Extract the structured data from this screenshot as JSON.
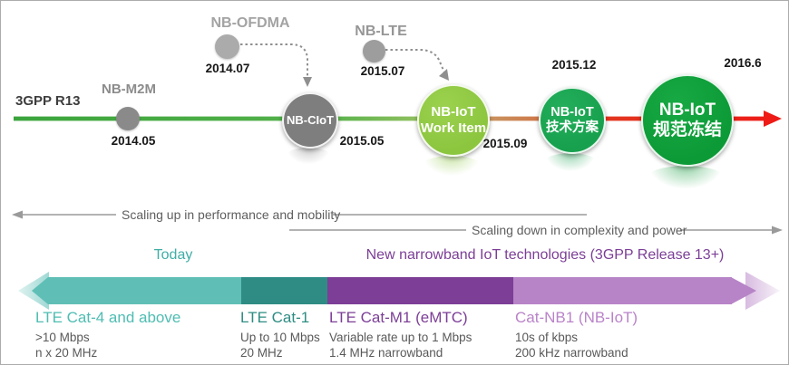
{
  "timeline": {
    "track_label": "3GPP R13",
    "milestones": [
      {
        "id": "nb-m2m",
        "label": "NB-M2M",
        "date": "2014.05"
      },
      {
        "id": "nb-ofdma",
        "label": "NB-OFDMA",
        "date": "2014.07"
      },
      {
        "id": "nb-ciot",
        "label": "NB-CIoT",
        "date": "2015.05"
      },
      {
        "id": "nb-lte",
        "label": "NB-LTE",
        "date": "2015.07"
      },
      {
        "id": "nb-iot-work-item",
        "label_line1": "NB-IoT",
        "label_line2": "Work Item",
        "date": "2015.09"
      },
      {
        "id": "nb-iot-tech",
        "label_line1": "NB-IoT",
        "label_line2": "技术方案",
        "date": "2015.12"
      },
      {
        "id": "nb-iot-freeze",
        "label_line1": "NB-IoT",
        "label_line2": "规范冻结",
        "date": "2016.6"
      }
    ]
  },
  "scaling": {
    "up": "Scaling up in performance and mobility",
    "down": "Scaling down in complexity and power"
  },
  "band_chart": {
    "today_label": "Today",
    "new_label": "New narrowband IoT technologies (3GPP Release 13+)",
    "segments": [
      {
        "name": "LTE Cat-4 and above",
        "spec1": ">10 Mbps",
        "spec2": "n x 20 MHz",
        "color": "#5FBFB7",
        "text_color": "#4FBDB2"
      },
      {
        "name": "LTE Cat-1",
        "spec1": "Up to 10 Mbps",
        "spec2": "20 MHz",
        "color": "#2F8C85",
        "text_color": "#2E8C82"
      },
      {
        "name": "LTE Cat-M1 (eMTC)",
        "spec1": "Variable rate up to 1 Mbps",
        "spec2": "1.4 MHz narrowband",
        "color": "#7C3E97",
        "text_color": "#7C3E97"
      },
      {
        "name": "Cat-NB1 (NB-IoT)",
        "spec1": "10s of kbps",
        "spec2": "200 kHz narrowband",
        "color": "#B784C7",
        "text_color": "#B983C9"
      }
    ]
  },
  "colors": {
    "timeline_green": "#3BA43C",
    "timeline_tan": "#C79B66",
    "timeline_red": "#EE1B17",
    "gray_circle": "#7E7E7E",
    "work_item_green": "#8CC63F",
    "tech_green": "#17A14E",
    "freeze_green": "#0C9A37",
    "today_teal": "#3FAEA6",
    "narrowband_purple": "#7C3E97"
  }
}
